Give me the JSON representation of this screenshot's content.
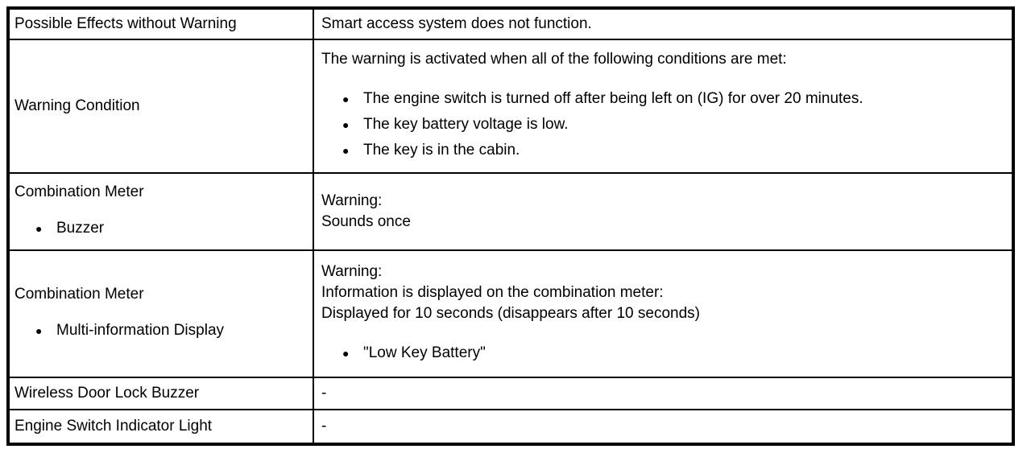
{
  "glyphs": {
    "bullet": "●"
  },
  "table": {
    "rows": [
      {
        "label": "Possible Effects without Warning",
        "value_lines": [
          "Smart access system does not function."
        ]
      },
      {
        "label": "Warning Condition",
        "value_lines": [
          "The warning is activated when all of the following conditions are met:"
        ],
        "value_bullets": [
          "The engine switch is turned off after being left on (IG) for over 20 minutes.",
          "The key battery voltage is low.",
          "The key is in the cabin."
        ]
      },
      {
        "label": "Combination Meter",
        "label_bullets": [
          "Buzzer"
        ],
        "value_lines": [
          "Warning:",
          "Sounds once"
        ]
      },
      {
        "label": "Combination Meter",
        "label_bullets": [
          "Multi-information Display"
        ],
        "value_lines": [
          "Warning:",
          "Information is displayed on the combination meter:",
          "Displayed for 10 seconds (disappears after 10 seconds)"
        ],
        "value_bullets": [
          "\"Low Key Battery\""
        ]
      },
      {
        "label": "Wireless Door Lock Buzzer",
        "value_lines": [
          "-"
        ]
      },
      {
        "label": "Engine Switch Indicator Light",
        "value_lines": [
          "-"
        ]
      }
    ]
  }
}
